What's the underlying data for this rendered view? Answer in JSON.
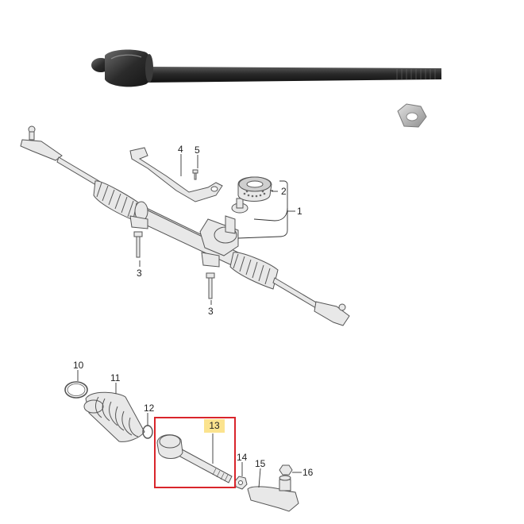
{
  "callouts": {
    "c1": "1",
    "c2": "2",
    "c3a": "3",
    "c3b": "3",
    "c4": "4",
    "c5": "5",
    "c10": "10",
    "c11": "11",
    "c12": "12",
    "c13": "13",
    "c14": "14",
    "c15": "15",
    "c16": "16"
  },
  "highlight": {
    "part": "13",
    "color": "#d9252b",
    "label_bg": "#fbe38e"
  },
  "colors": {
    "part_fill": "#e8e8e8",
    "part_stroke": "#555555",
    "rod_dark": "#2b2b2b",
    "nut": "#bdbdbd"
  },
  "icons": [
    "tie-rod-photo",
    "hex-nut",
    "steering-rack",
    "mounting-bracket",
    "bolt",
    "rubber-mount",
    "boot-clamp",
    "bellows-boot",
    "tie-rod-end",
    "lock-nut"
  ]
}
